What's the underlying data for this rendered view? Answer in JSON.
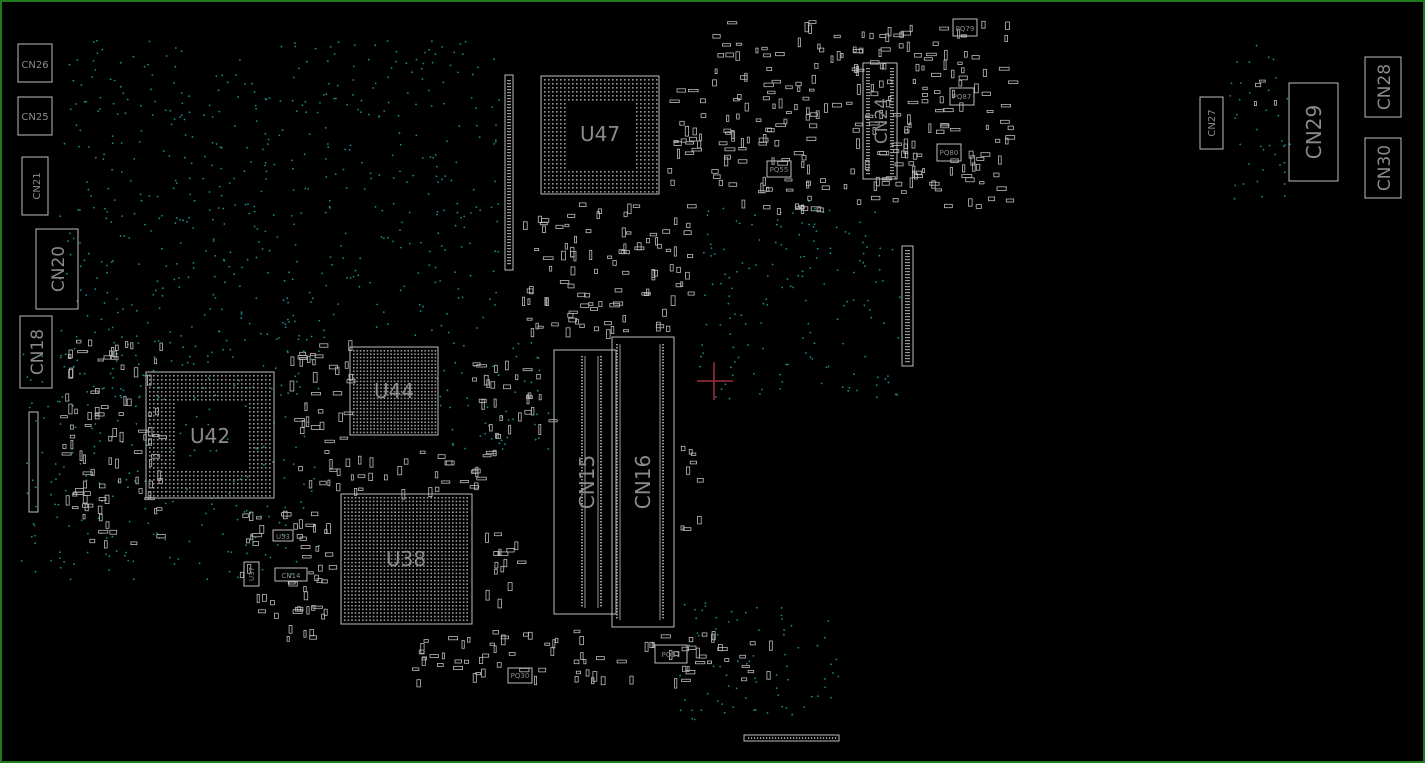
{
  "board": {
    "background": "#000000",
    "frame_color": "#1f7a1f",
    "outline_color": "#bdbdbd",
    "pad_color": "#9a9a9a",
    "via_color": "#1a8c8c",
    "cursor_color": "#a0303a"
  },
  "labels": {
    "CN26": "CN26",
    "CN25": "CN25",
    "CN21": "CN21",
    "CN20": "CN20",
    "CN18": "CN18",
    "U42": "U42",
    "U44": "U44",
    "U47": "U47",
    "U38": "U38",
    "CN15": "CN15",
    "CN16": "CN16",
    "CN24": "CN24",
    "CN27": "CN27",
    "CN28": "CN28",
    "CN29": "CN29",
    "CN30": "CN30",
    "CN14": "CN14",
    "PQ31": "PQ31",
    "PQ30": "PQ30",
    "PQ55": "PQ55",
    "PQ79": "PQ79",
    "PQ87": "PQ87",
    "PQ80": "PQ80",
    "U53": "U53",
    "U37": "U37"
  }
}
